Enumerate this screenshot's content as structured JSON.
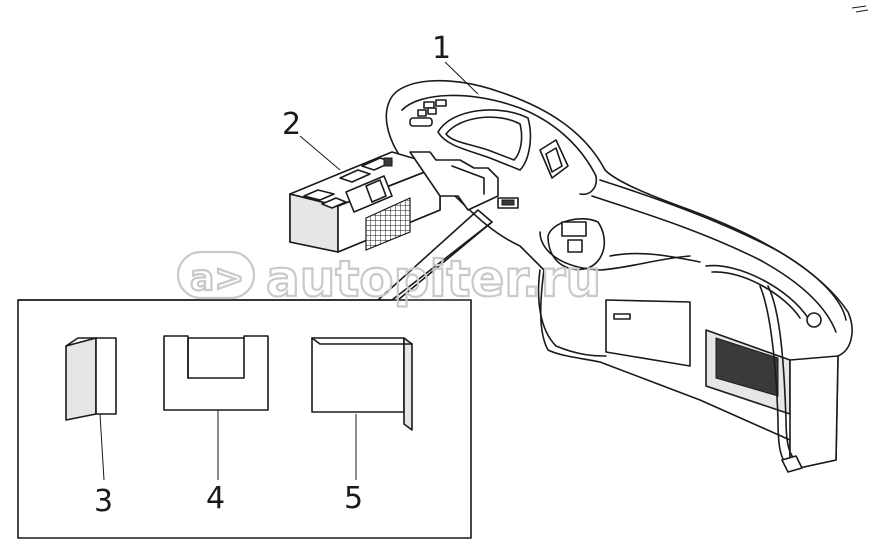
{
  "diagram": {
    "callouts": [
      {
        "id": "1",
        "label": "1"
      },
      {
        "id": "2",
        "label": "2"
      },
      {
        "id": "3",
        "label": "3"
      },
      {
        "id": "4",
        "label": "4"
      },
      {
        "id": "5",
        "label": "5"
      }
    ],
    "watermark": "autopiter.ru",
    "watermark_logo_text": "a>"
  },
  "colors": {
    "line": "#1a1a1a",
    "watermark": "#c9c9c9",
    "background": "#ffffff"
  }
}
